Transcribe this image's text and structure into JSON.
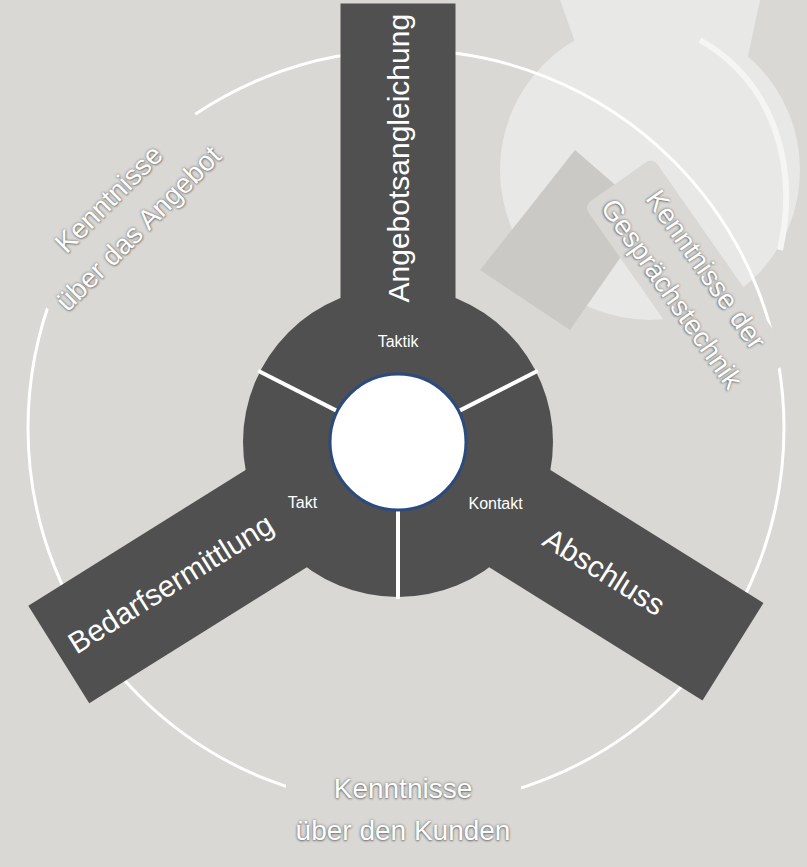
{
  "diagram": {
    "nodes": [
      {
        "text": [
          "Angebotsangleichung",
          "Taktik"
        ]
      },
      {
        "text": [
          "Bedarfsermittlung",
          "Takt"
        ]
      },
      {
        "text": [
          "Abschluss",
          "Kontakt"
        ]
      }
    ],
    "labels": [
      "Kenntnisse über das Angebot",
      "Kenntnisse der Gesprächstechnik",
      "Kenntnisse über den Kunden"
    ]
  }
}
